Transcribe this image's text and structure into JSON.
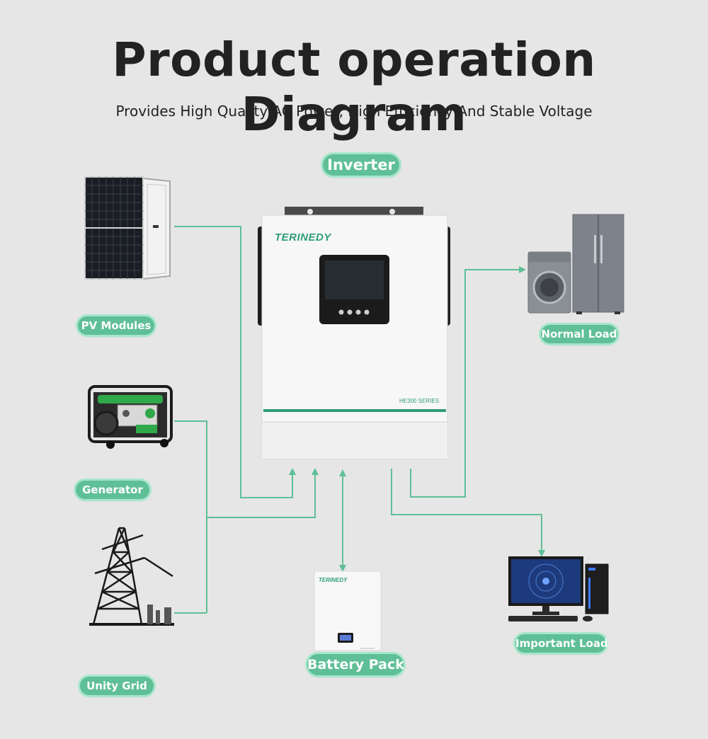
{
  "header": {
    "title": "Product operation Diagram",
    "subtitle": "Provides High Quality AC Power, High Efficiency And Stable Voltage"
  },
  "labels": {
    "inverter": "Inverter",
    "pv_modules": "PV Modules",
    "generator": "Generator",
    "unity_grid": "Unity Grid",
    "battery_pack": "Battery Pack",
    "normal_load": "Normal Load",
    "important_load": "Important Load"
  },
  "inverter_unit": {
    "brand": "TERINEDY",
    "series": "HE300 SERIES"
  },
  "battery_unit": {
    "brand": "TERINEDY"
  },
  "colors": {
    "accent": "#5fbf97",
    "accent_glow": "#a7e6cc",
    "background": "#e6e6e6",
    "brand_green": "#2e9c78"
  },
  "icons": [
    "solar-panel-icon",
    "generator-icon",
    "power-tower-icon",
    "inverter-device",
    "battery-device",
    "washing-machine-icon",
    "refrigerator-icon",
    "computer-monitor-icon",
    "desktop-tower-icon",
    "keyboard-icon"
  ]
}
